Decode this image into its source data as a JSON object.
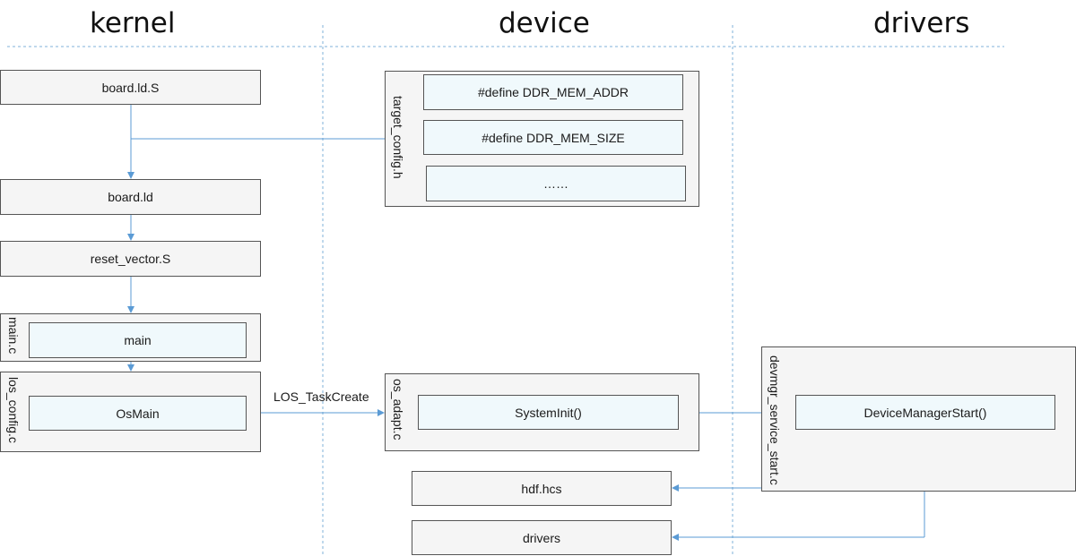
{
  "columns": {
    "kernel": "kernel",
    "device": "device",
    "drivers": "drivers"
  },
  "kernel": {
    "board_ld_s": "board.ld.S",
    "board_ld": "board.ld",
    "reset_vector": "reset_vector.S",
    "main_c_label": "main.c",
    "main": "main",
    "los_config_label": "los_config.c",
    "osmain": "OsMain"
  },
  "device": {
    "target_config_label": "target_config.h",
    "defines": [
      "#define DDR_MEM_ADDR",
      "#define DDR_MEM_SIZE",
      "……"
    ],
    "os_adapt_label": "os_adapt.c",
    "systeminit": "SystemInit()",
    "hdf_hcs": "hdf.hcs",
    "drivers": "drivers"
  },
  "drivers": {
    "devmgr_label": "devmgr_service_start.c",
    "device_manager_start": "DeviceManagerStart()"
  },
  "edges": {
    "task_create": "LOS_TaskCreate"
  },
  "colors": {
    "arrow": "#5b9bd5",
    "divider": "#7fb2d9"
  }
}
